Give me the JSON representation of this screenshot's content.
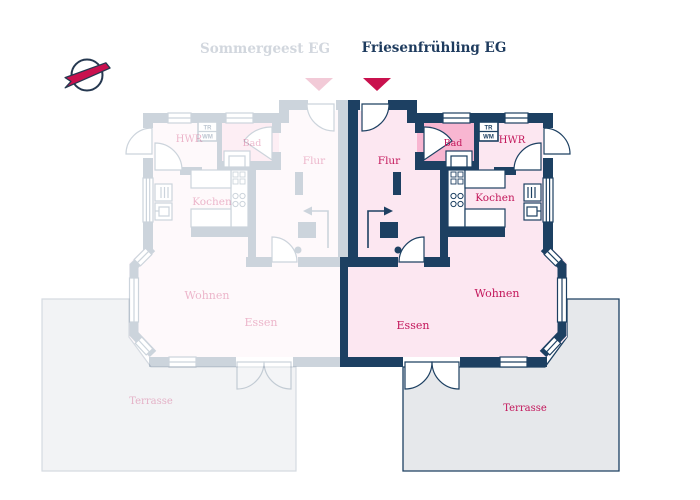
{
  "units": {
    "left": {
      "title": "Sommergeest EG",
      "state": "inactive"
    },
    "right": {
      "title": "Friesenfrühling EG",
      "state": "active"
    }
  },
  "rooms": {
    "flur": "Flur",
    "bad": "Bad",
    "hwr": "HWR",
    "tr": "TR",
    "wm": "WM",
    "kochen": "Kochen",
    "wohnen": "Wohnen",
    "essen": "Essen",
    "terrasse": "Terrasse"
  },
  "colors": {
    "wall_navy": "#1d4062",
    "accent_crimson": "#c9114e",
    "room_pink": "#fce7f1",
    "bad_pink": "#f8b6d1",
    "terrace_gray": "#e6e8eb",
    "inactive_gray": "#d2d7de"
  }
}
